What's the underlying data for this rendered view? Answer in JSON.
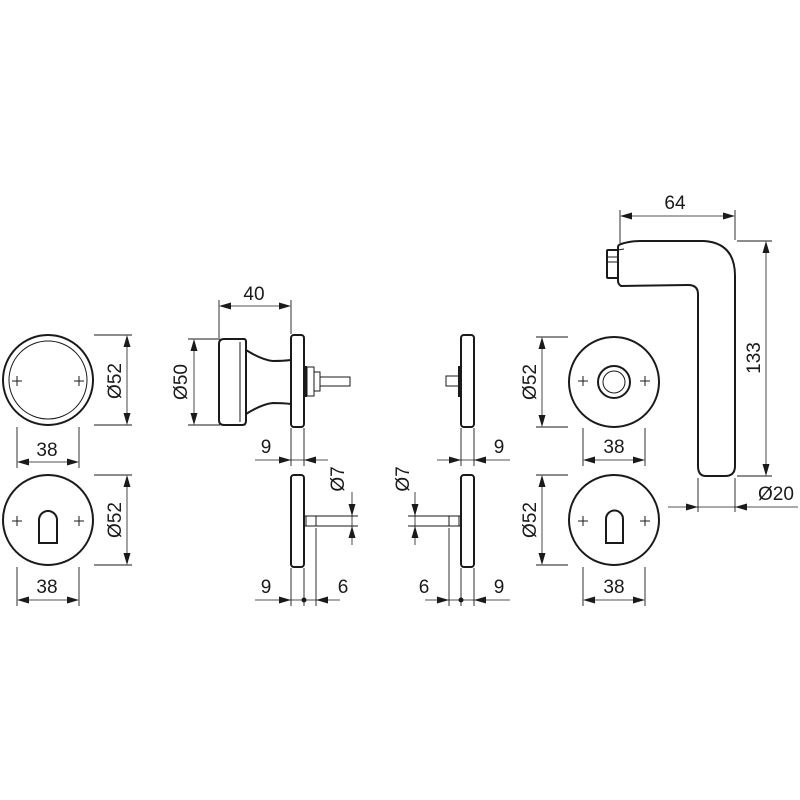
{
  "dimensions": {
    "rose_plain_width": "38",
    "rose_plain_dia": "Ø52",
    "rose_pz_width": "38",
    "rose_pz_dia": "Ø52",
    "knob_length": "40",
    "knob_dia": "Ø50",
    "knob_rose_thick": "9",
    "pin_left_thick": "9",
    "pin_left_len": "6",
    "pin_left_dia": "Ø7",
    "pin_right_dia": "Ø7",
    "pin_right_len": "6",
    "pin_right_thick": "9",
    "rose_right_thick": "9",
    "rose_key_dia": "Ø52",
    "rose_key_width": "38",
    "rose_pz_right_dia": "Ø52",
    "rose_pz_right_width": "38",
    "lever_reach": "64",
    "lever_height": "133",
    "lever_dia": "Ø20"
  }
}
